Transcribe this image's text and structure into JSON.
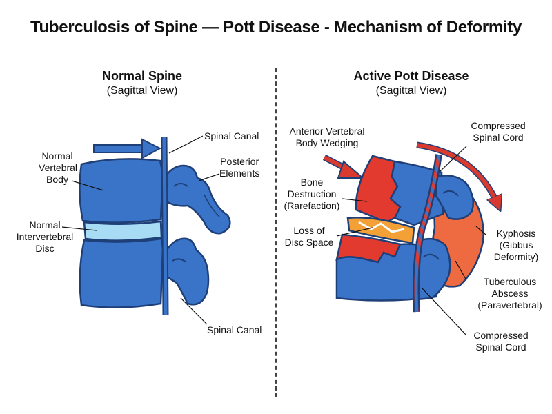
{
  "title": "Tuberculosis of Spine — Pott Disease - Mechanism of Deformity",
  "left_panel": {
    "heading": "Normal Spine",
    "subheading": "(Sagittal View)",
    "labels": {
      "spinal_canal_top": "Spinal Canal",
      "posterior_elements": [
        "Posterior",
        "Elements"
      ],
      "vertebral_body": [
        "Normal",
        "Vertebral",
        "Body"
      ],
      "disc": [
        "Normal",
        "Intervertebral",
        "Disc"
      ],
      "spinal_canal_bottom": "Spinal Canal"
    }
  },
  "right_panel": {
    "heading": "Active Pott Disease",
    "subheading": "(Sagittal View)",
    "labels": {
      "wedging": [
        "Anterior Vertebral",
        "Body Wedging"
      ],
      "compressed_cord_top": [
        "Compressed",
        "Spinal Cord"
      ],
      "bone_destruction": [
        "Bone",
        "Destruction",
        "(Rarefaction)"
      ],
      "disc_loss": [
        "Loss of",
        "Disc Space"
      ],
      "kyphosis": [
        "Kyphosis",
        "(Gibbus",
        "Deformity)"
      ],
      "abscess": [
        "Tuberculous",
        "Abscess",
        "(Paravertebral)"
      ],
      "compressed_cord_bottom": [
        "Compressed",
        "Spinal Cord"
      ]
    }
  },
  "colors": {
    "bone": "#3A74C8",
    "bone_dark": "#1E3F78",
    "disc": "#A8DCF4",
    "infected": "#E23A2E",
    "abscess": "#EE6A40",
    "destroyed_disc": "#F3A037",
    "arrow_red": "#D83A30",
    "arrow_blue": "#3A74C8"
  }
}
